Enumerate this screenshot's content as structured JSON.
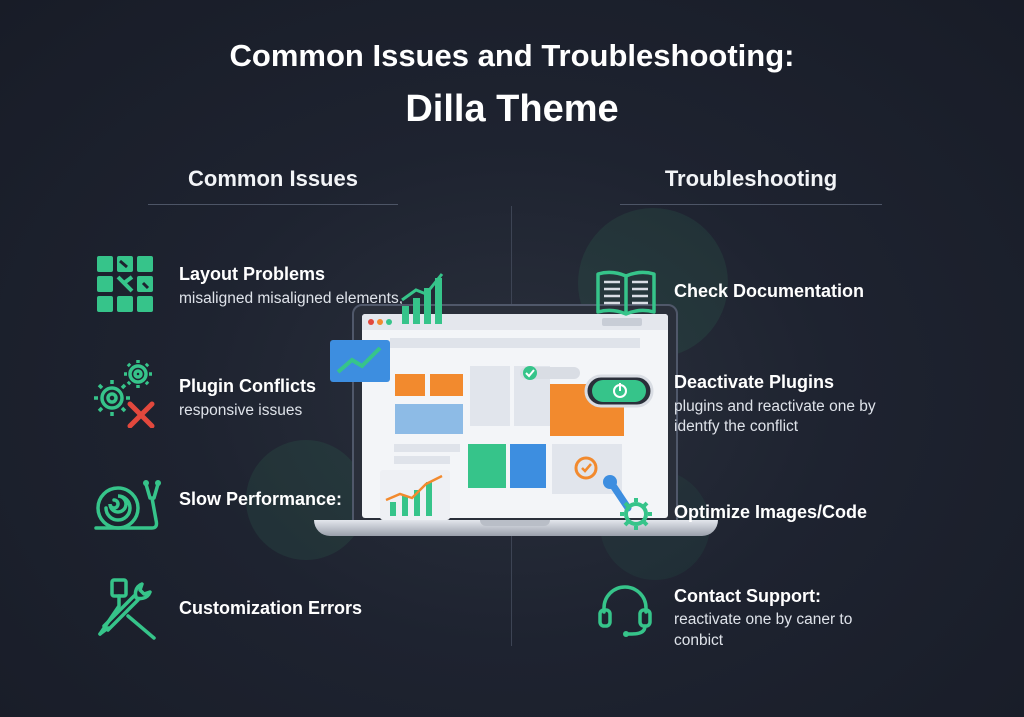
{
  "header": {
    "title_line1": "Common Issues and Troubleshooting:",
    "title_line2": "Dilla Theme"
  },
  "columns": {
    "left_heading": "Common Issues",
    "right_heading": "Troubleshooting"
  },
  "issues": [
    {
      "title": "Layout Problems",
      "description": "misaligned misaligned elements,",
      "icon": "layout-grid-icon"
    },
    {
      "title": "Plugin Conflicts",
      "description": "responsive issues",
      "icon": "gear-conflict-icon"
    },
    {
      "title": "Slow Performance:",
      "description": "",
      "icon": "snail-icon"
    },
    {
      "title": "Customization Errors",
      "description": "",
      "icon": "tools-icon"
    }
  ],
  "solutions": [
    {
      "title": "Check Documentation",
      "description": [],
      "icon": "open-book-icon"
    },
    {
      "title": "Deactivate Plugins",
      "description": [
        "plugins and reactivate one by",
        "identfy the conflict"
      ],
      "icon": "toggle-power-icon"
    },
    {
      "title": "Optimize Images/Code",
      "description": [],
      "icon": "gear-icon"
    },
    {
      "title": "Contact Support:",
      "description": [
        "reactivate one by caner to",
        "conbict"
      ],
      "icon": "headset-icon"
    }
  ],
  "colors": {
    "accent_green": "#36c48a",
    "accent_orange": "#f28a2e",
    "accent_blue": "#3d8ee0",
    "danger_red": "#e2483d",
    "background": "#1e2330"
  }
}
